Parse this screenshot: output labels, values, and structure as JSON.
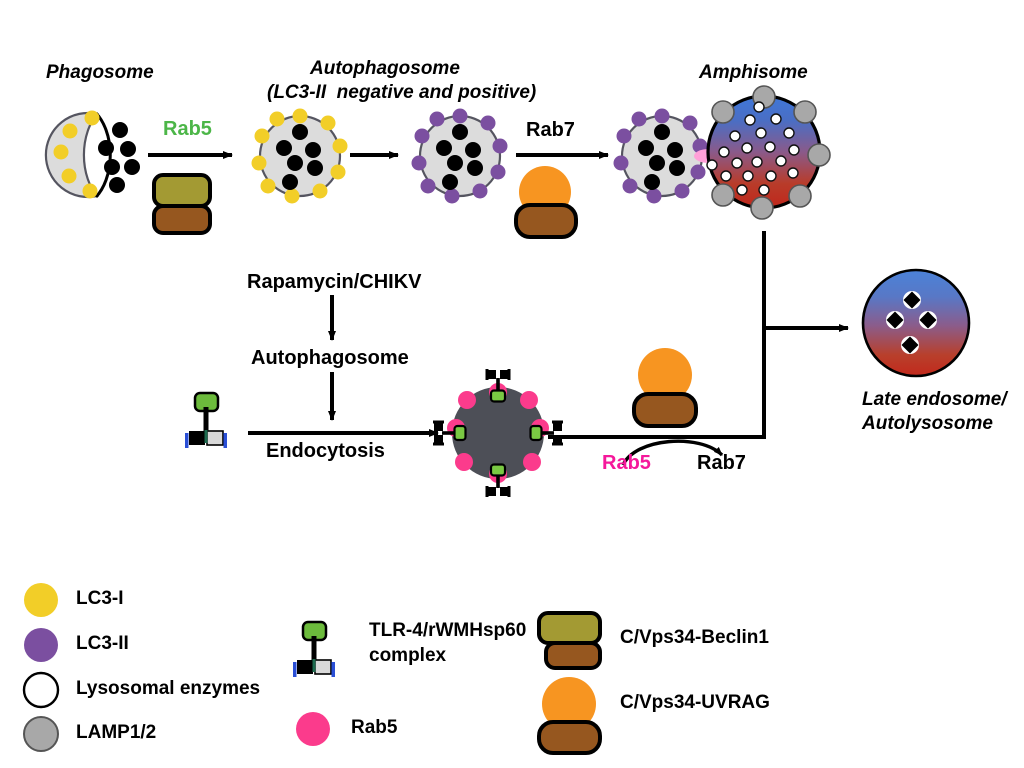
{
  "diagram": {
    "title_labels": {
      "phagosome": "Phagosome",
      "autophagosome_top": "Autophagosome",
      "autophagosome_sub": "(LC3-II  negative and positive)",
      "amphisome": "Amphisome",
      "late_endosome_line1": "Late endosome/",
      "late_endosome_line2": "Autolysosome"
    },
    "arrow_labels": {
      "rab5_top": "Rab5",
      "rab7_top": "Rab7",
      "rapamycin": "Rapamycin/CHIKV",
      "autophagosome_mid": "Autophagosome",
      "endocytosis": "Endocytosis",
      "rab5_bottom": "Rab5",
      "rab7_bottom": "Rab7"
    }
  },
  "legend": {
    "column1": [
      {
        "id": "lc3-i",
        "label": "LC3-I",
        "marker": "yellow-circle",
        "color": "#f2ce28"
      },
      {
        "id": "lc3-ii",
        "label": "LC3-II",
        "marker": "purple-circle",
        "color": "#7b4fa0"
      },
      {
        "id": "lysosomal-enzymes",
        "label": "Lysosomal enzymes",
        "marker": "white-circle",
        "color": "#ffffff"
      },
      {
        "id": "lamp",
        "label": "LAMP1/2",
        "marker": "gray-circle",
        "color": "#a8a8a8"
      }
    ],
    "column2": [
      {
        "id": "tlr4",
        "label": "TLR-4/rWMHsp60\ncomplex",
        "label_line1": "TLR-4/rWMHsp60",
        "label_line2": "complex",
        "marker": "tlr4-receptor-icon",
        "color": "#6cbb3c"
      },
      {
        "id": "rab5",
        "label": "Rab5",
        "marker": "pink-circle",
        "color": "#fb3b8c"
      }
    ],
    "column3": [
      {
        "id": "cvps34-beclin1",
        "label": "C/Vps34-Beclin1",
        "marker": "olive-brown-stack-icon",
        "color": "#a39a33"
      },
      {
        "id": "cvps34-uvrag",
        "label": "C/Vps34-UVRAG",
        "marker": "orange-brown-stack-icon",
        "color": "#f79521"
      }
    ]
  },
  "colors": {
    "rab5_green": "#4cb648",
    "rab5_pink": "#f5189b",
    "vesicle_gray": "#dcdcdc",
    "vesicle_stroke": "#5a5a66",
    "lc3_i_yellow": "#f2ce28",
    "lc3_ii_purple": "#7b4fa0",
    "lamp_gray": "#a8a8a8",
    "endosome_dark": "#4d4f57",
    "pink_rab5_dot": "#fb3b8c",
    "orange_uvrag": "#f79521",
    "brown": "#96571f",
    "olive": "#a39a33",
    "tlr_green": "#6cbb3c",
    "tlr_blue": "#2a4fd6",
    "fusion_pink": "#ffa0d8",
    "amphisome_blue": "#3f6fd0",
    "amphisome_red": "#c0271c",
    "black": "#000000"
  }
}
